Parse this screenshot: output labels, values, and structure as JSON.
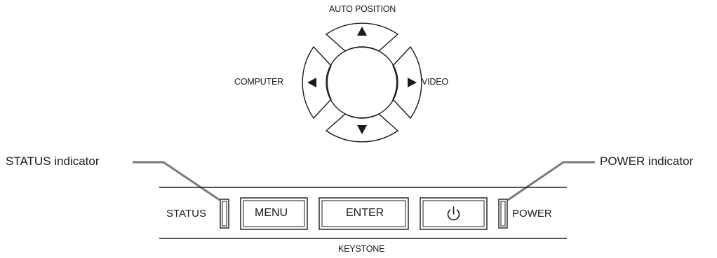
{
  "dpad": {
    "up_label": "AUTO POSITION",
    "left_label": "COMPUTER",
    "right_label": "VIDEO",
    "bottom_label": "KEYSTONE"
  },
  "panel": {
    "status_label": "STATUS",
    "power_label": "POWER",
    "menu_button": "MENU",
    "enter_button": "ENTER",
    "power_button_icon": "power-icon"
  },
  "callouts": {
    "status_indicator": "STATUS indicator",
    "power_indicator": "POWER indicator"
  },
  "colors": {
    "line": "#1a1a1a",
    "callout_line": "#7a7a7a"
  }
}
